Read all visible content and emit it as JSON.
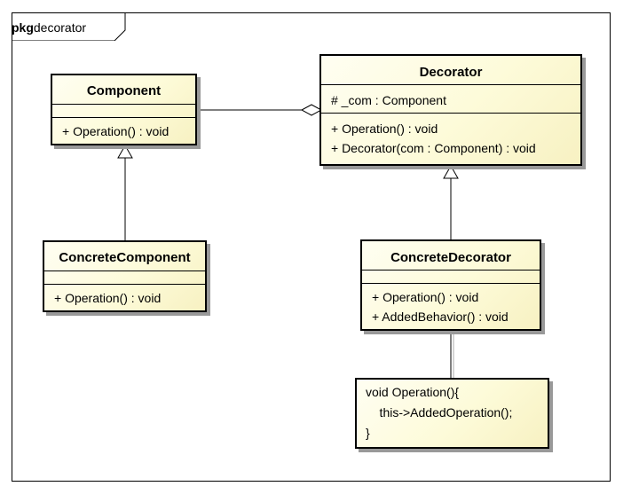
{
  "package": {
    "keyword": "pkg",
    "name": "decorator"
  },
  "classes": {
    "component": {
      "name": "Component",
      "attributes": [],
      "operations": [
        "+ Operation() : void"
      ]
    },
    "decorator": {
      "name": "Decorator",
      "attributes": [
        "# _com : Component"
      ],
      "operations": [
        "+ Operation() : void",
        "+ Decorator(com : Component) : void"
      ]
    },
    "concrete_component": {
      "name": "ConcreteComponent",
      "attributes": [],
      "operations": [
        "+ Operation() : void"
      ]
    },
    "concrete_decorator": {
      "name": "ConcreteDecorator",
      "attributes": [],
      "operations": [
        "+ Operation() : void",
        "+ AddedBehavior() : void"
      ]
    }
  },
  "note": {
    "lines": [
      "void Operation(){",
      "    this->AddedOperation();",
      "}"
    ]
  },
  "relations": [
    {
      "type": "generalization",
      "from": "ConcreteComponent",
      "to": "Component"
    },
    {
      "type": "generalization",
      "from": "ConcreteDecorator",
      "to": "Decorator"
    },
    {
      "type": "aggregation",
      "whole": "Decorator",
      "part": "Component"
    },
    {
      "type": "note-anchor",
      "from": "note",
      "to": "ConcreteDecorator"
    }
  ]
}
